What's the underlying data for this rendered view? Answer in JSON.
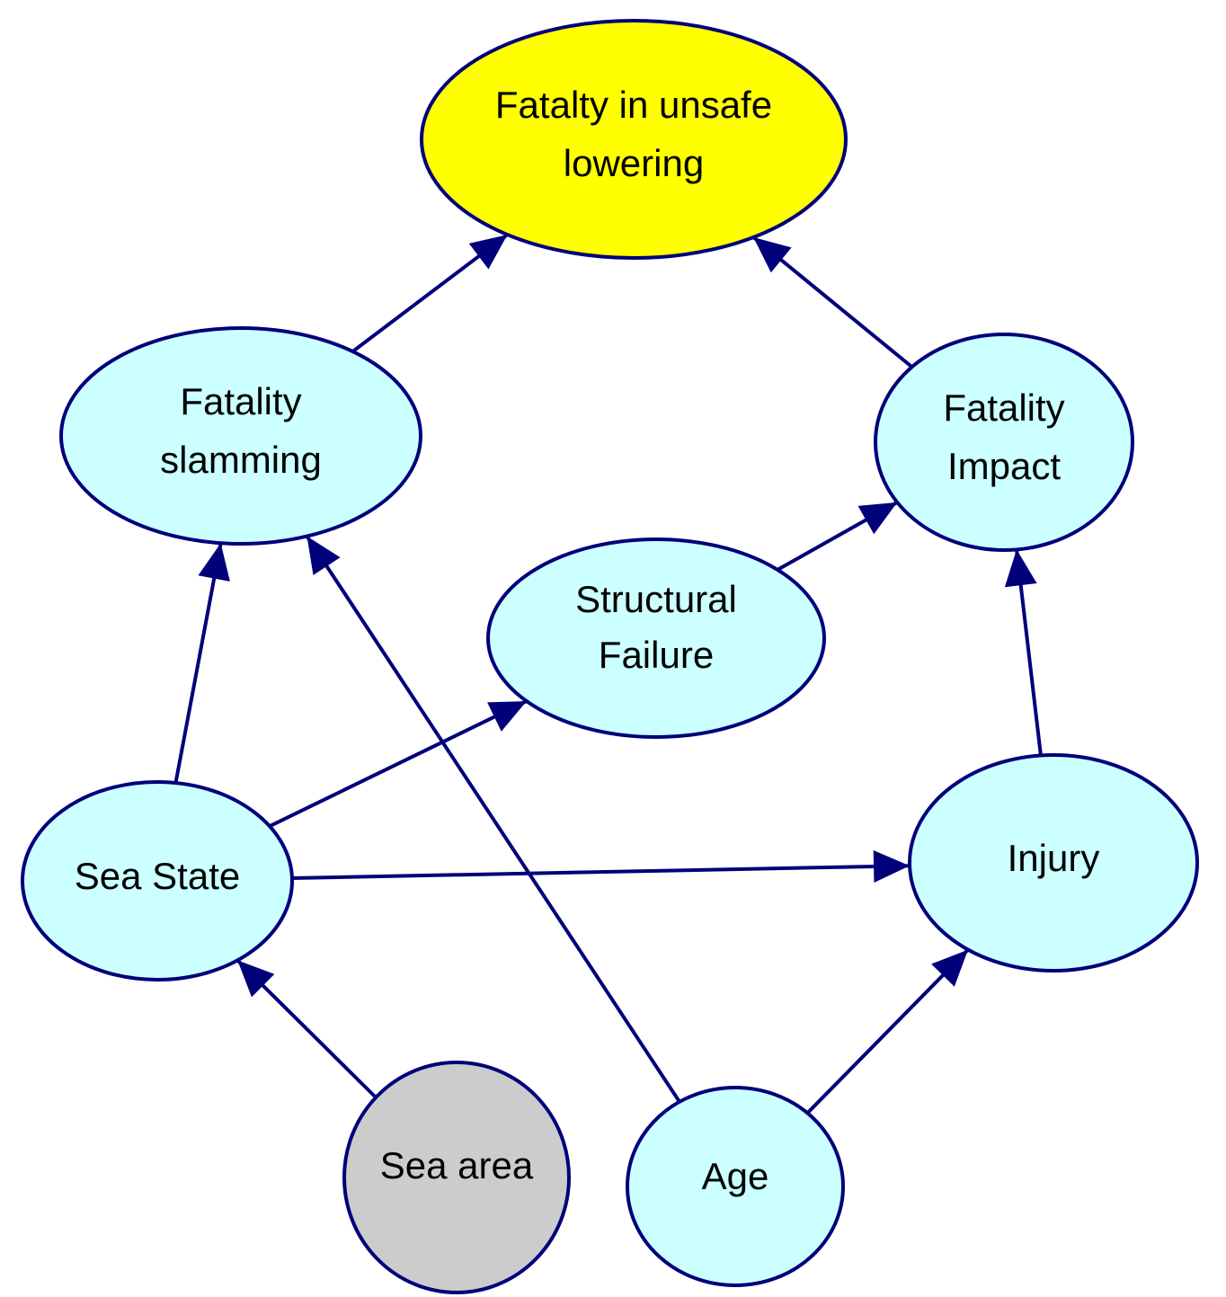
{
  "colors": {
    "edge": "#00007a",
    "node_default": "#ccffff",
    "node_target": "#ffff00",
    "node_evidence": "#cccccc"
  },
  "nodes": {
    "fatality_unsafe_lowering": {
      "lines": [
        "Fatalty in unsafe",
        "lowering"
      ],
      "fill": "#ffff00"
    },
    "fatality_slamming": {
      "lines": [
        "Fatality",
        "slamming"
      ],
      "fill": "#ccffff"
    },
    "fatality_impact": {
      "lines": [
        "Fatality",
        "Impact"
      ],
      "fill": "#ccffff"
    },
    "structural_failure": {
      "lines": [
        "Structural",
        "Failure"
      ],
      "fill": "#ccffff"
    },
    "sea_state": {
      "lines": [
        "Sea State"
      ],
      "fill": "#ccffff"
    },
    "injury": {
      "lines": [
        "Injury"
      ],
      "fill": "#ccffff"
    },
    "sea_area": {
      "lines": [
        "Sea area"
      ],
      "fill": "#cccccc"
    },
    "age": {
      "lines": [
        "Age"
      ],
      "fill": "#ccffff"
    }
  },
  "edges": [
    {
      "from": "fatality_slamming",
      "to": "fatality_unsafe_lowering"
    },
    {
      "from": "fatality_impact",
      "to": "fatality_unsafe_lowering"
    },
    {
      "from": "sea_state",
      "to": "fatality_slamming"
    },
    {
      "from": "age",
      "to": "fatality_slamming"
    },
    {
      "from": "structural_failure",
      "to": "fatality_impact"
    },
    {
      "from": "injury",
      "to": "fatality_impact"
    },
    {
      "from": "sea_state",
      "to": "structural_failure"
    },
    {
      "from": "sea_state",
      "to": "injury"
    },
    {
      "from": "sea_area",
      "to": "sea_state"
    },
    {
      "from": "age",
      "to": "injury"
    }
  ]
}
